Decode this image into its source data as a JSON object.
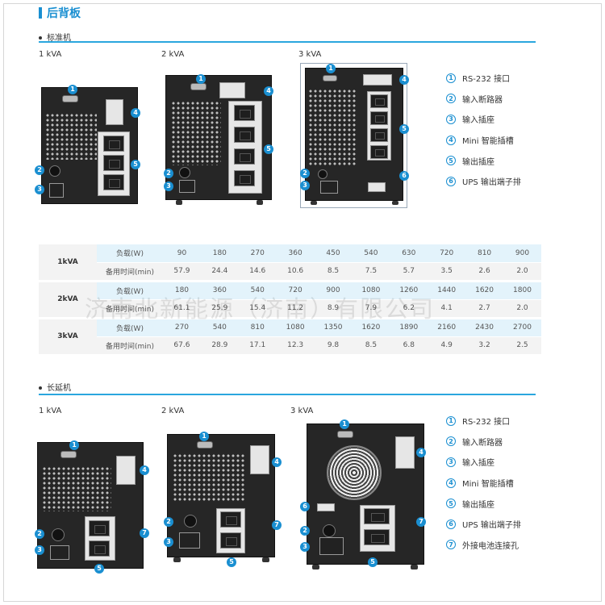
{
  "title": "后背板",
  "standard": {
    "heading": "标准机",
    "models": [
      "1 kVA",
      "2 kVA",
      "3 kVA"
    ],
    "legend": [
      "RS-232 接口",
      "输入断路器",
      "输入插座",
      "Mini 智能插槽",
      "输出插座",
      "UPS 输出端子排"
    ]
  },
  "table": {
    "rows": [
      {
        "model": "1kVA",
        "load_label": "负载(W)",
        "load": [
          "90",
          "180",
          "270",
          "360",
          "450",
          "540",
          "630",
          "720",
          "810",
          "900"
        ],
        "time_label": "备用时间(min)",
        "time": [
          "57.9",
          "24.4",
          "14.6",
          "10.6",
          "8.5",
          "7.5",
          "5.7",
          "3.5",
          "2.6",
          "2.0"
        ]
      },
      {
        "model": "2kVA",
        "load_label": "负载(W)",
        "load": [
          "180",
          "360",
          "540",
          "720",
          "900",
          "1080",
          "1260",
          "1440",
          "1620",
          "1800"
        ],
        "time_label": "备用时间(min)",
        "time": [
          "61.1",
          "25.9",
          "15.4",
          "11.2",
          "8.9",
          "7.9",
          "6.2",
          "4.1",
          "2.7",
          "2.0"
        ]
      },
      {
        "model": "3kVA",
        "load_label": "负载(W)",
        "load": [
          "270",
          "540",
          "810",
          "1080",
          "1350",
          "1620",
          "1890",
          "2160",
          "2430",
          "2700"
        ],
        "time_label": "备用时间(min)",
        "time": [
          "67.6",
          "28.9",
          "17.1",
          "12.3",
          "9.8",
          "8.5",
          "6.8",
          "4.9",
          "3.2",
          "2.5"
        ]
      }
    ]
  },
  "watermark": "济南北新能源（济南）有限公司",
  "extended": {
    "heading": "长延机",
    "models": [
      "1 kVA",
      "2 kVA",
      "3 kVA"
    ],
    "legend": [
      "RS-232 接口",
      "输入断路器",
      "输入插座",
      "Mini 智能插槽",
      "输出插座",
      "UPS 输出端子排",
      "外接电池连接孔"
    ]
  },
  "badges": [
    "1",
    "2",
    "3",
    "4",
    "5",
    "6",
    "7"
  ]
}
